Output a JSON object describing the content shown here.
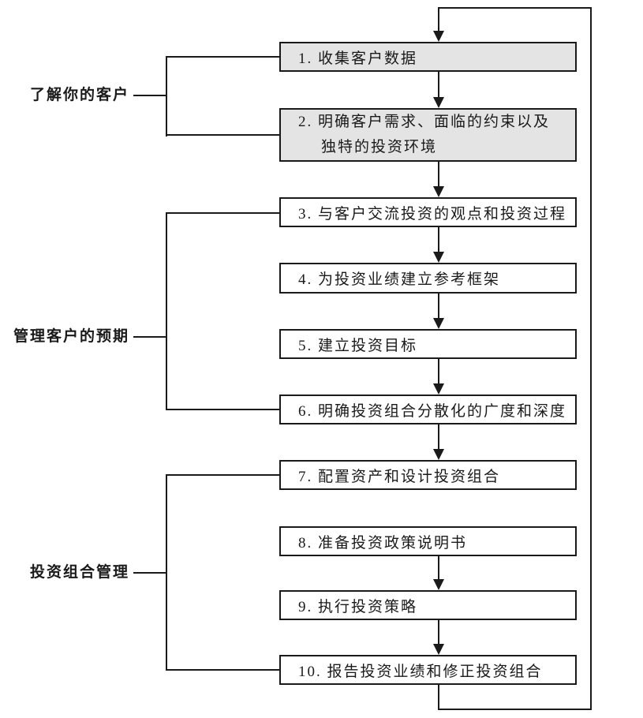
{
  "flowchart": {
    "groups": [
      {
        "label": "了解你的客户"
      },
      {
        "label": "管理客户的预期"
      },
      {
        "label": "投资组合管理"
      }
    ],
    "steps": [
      {
        "label": "1. 收集客户数据",
        "shaded": true
      },
      {
        "label": "2. 明确客户需求、面临的约束以及",
        "label_line2": "独特的投资环境",
        "shaded": true
      },
      {
        "label": "3. 与客户交流投资的观点和投资过程",
        "shaded": false
      },
      {
        "label": "4. 为投资业绩建立参考框架",
        "shaded": false
      },
      {
        "label": "5. 建立投资目标",
        "shaded": false
      },
      {
        "label": "6. 明确投资组合分散化的广度和深度",
        "shaded": false
      },
      {
        "label": "7. 配置资产和设计投资组合",
        "shaded": false
      },
      {
        "label": "8. 准备投资政策说明书",
        "shaded": false
      },
      {
        "label": "9. 执行投资策略",
        "shaded": false
      },
      {
        "label": "10. 报告投资业绩和修正投资组合",
        "shaded": false
      }
    ],
    "colors": {
      "line": "#1a1a1a",
      "shaded_box_fill": "#e4e4e4",
      "box_fill": "#ffffff",
      "background": "#ffffff"
    }
  }
}
